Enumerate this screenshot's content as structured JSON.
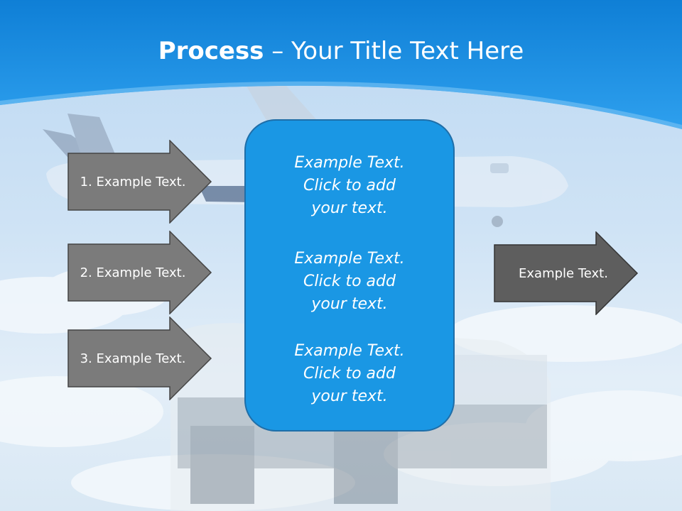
{
  "title": {
    "bold": "Process",
    "rest": " – Your Title Text Here"
  },
  "inputs": [
    {
      "label": "1. Example Text."
    },
    {
      "label": "2. Example Text."
    },
    {
      "label": "3. Example Text."
    }
  ],
  "center_blocks": [
    {
      "line1": "Example Text.",
      "line2": "Click  to add",
      "line3": "your text."
    },
    {
      "line1": "Example Text.",
      "line2": "Click  to add",
      "line3": "your text."
    },
    {
      "line1": "Example Text.",
      "line2": "Click  to add",
      "line3": "your text."
    }
  ],
  "output": {
    "label": "Example Text."
  },
  "colors": {
    "header_blue": "#1a8fe0",
    "center_box": "#1a97e4",
    "input_arrow": "#7b7b7b",
    "output_arrow": "#5e5e5e"
  }
}
